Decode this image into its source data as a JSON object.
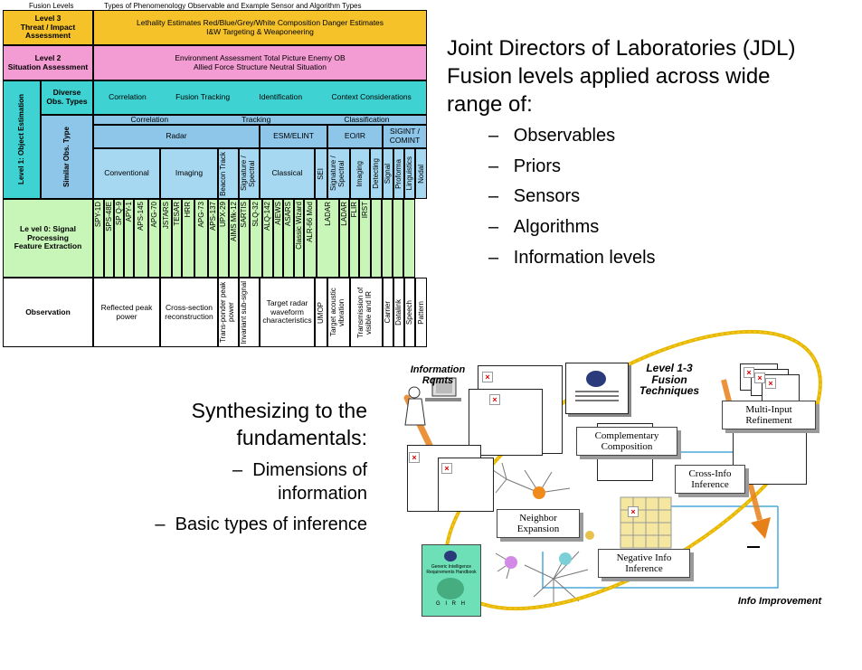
{
  "table": {
    "header_left": "Fusion Levels",
    "header_right": "Types of Phenomenology Observable and Example Sensor and Algorithm Types",
    "level3": {
      "label": "Level 3\nThreat / Impact\nAssessment",
      "content": "Lethality Estimates   Red/Blue/Grey/White Composition   Danger Estimates\nI&W   Targeting &  Weaponeering"
    },
    "level2": {
      "label": "Level 2\nSituation Assessment",
      "content": "Environment Assessment   Total Picture  Enemy OB\nAllied Force Structure    Neutral Situation"
    },
    "level1": {
      "label": "Level 1:  Object Estimation",
      "diverse_label": "Diverse\nObs. Types",
      "diverse_items": [
        "Correlation",
        "Fusion Tracking",
        "Identification",
        "Context Considerations"
      ],
      "similar_label": "Similar Obs. Type",
      "similar_top": [
        "Correlation",
        "Tracking",
        "Classification"
      ],
      "groups": [
        "Radar",
        "ESM/ELINT",
        "EO/IR",
        "SIGINT / COMINT"
      ],
      "radar_sub": [
        "Conventional",
        "Imaging",
        "Beacon Track",
        "Signature / Spectral"
      ],
      "esm_sub": [
        "Classical",
        "SEI"
      ],
      "eoir_sub": [
        "Signature / Spectral",
        "Imaging",
        "Detecting"
      ],
      "sigint_sub": [
        "Signal",
        "Proforma",
        "Linguistics",
        "Nodal"
      ]
    },
    "level0": {
      "label": "Le vel 0: Signal\nProcessing\nFeature Extraction",
      "sensors": [
        "SPY-1D",
        "SPS-48E",
        "SP Q-9",
        "APY-1",
        "APS-145",
        "APG-70",
        "JSTARS",
        "TESAR",
        "HRR",
        "APG-73",
        "APS-137",
        "UPX-29",
        "AIMS Mk-12",
        "SARTIS",
        "SLQ-32",
        "ALQ-142",
        "AIEWS",
        "ASARS",
        "Classic Wizard",
        "ALR-66 Mod",
        "LADAR",
        "LADAR",
        "FLIR",
        "IRST",
        "",
        "",
        "",
        ""
      ]
    },
    "observation": {
      "label": "Observation",
      "items": [
        "Reflected peak power",
        "Cross-section reconstruction",
        "Trans-ponder peak power",
        "Invariant sub-signal",
        "Target radar waveform characteristics",
        "UMOP",
        "Target acoustic vibration",
        "Transmission of visible and IR",
        "Carrier",
        "Datalink",
        "Speech",
        "Pattern"
      ]
    }
  },
  "right_text": {
    "title": "Joint Directors of Laboratories (JDL) Fusion levels applied across wide range of:",
    "bullets": [
      "Observables",
      "Priors",
      "Sensors",
      "Algorithms",
      "Information levels"
    ]
  },
  "left_text": {
    "title": "Synthesizing to the fundamentals:",
    "bullets": [
      "Dimensions of information",
      "Basic types of inference"
    ]
  },
  "diagram": {
    "info_rqmts": "Information Rqmts",
    "level13": "Level 1-3 Fusion Techniques",
    "info_improvement": "Info Improvement",
    "boxes": [
      "Multi-Input Refinement",
      "Complementary Composition",
      "Cross-Info Inference",
      "Neighbor Expansion",
      "Negative Info Inference"
    ],
    "handbook_title": "Generic Intelligence Requirements Handbook",
    "handbook_word": "G I R H"
  }
}
